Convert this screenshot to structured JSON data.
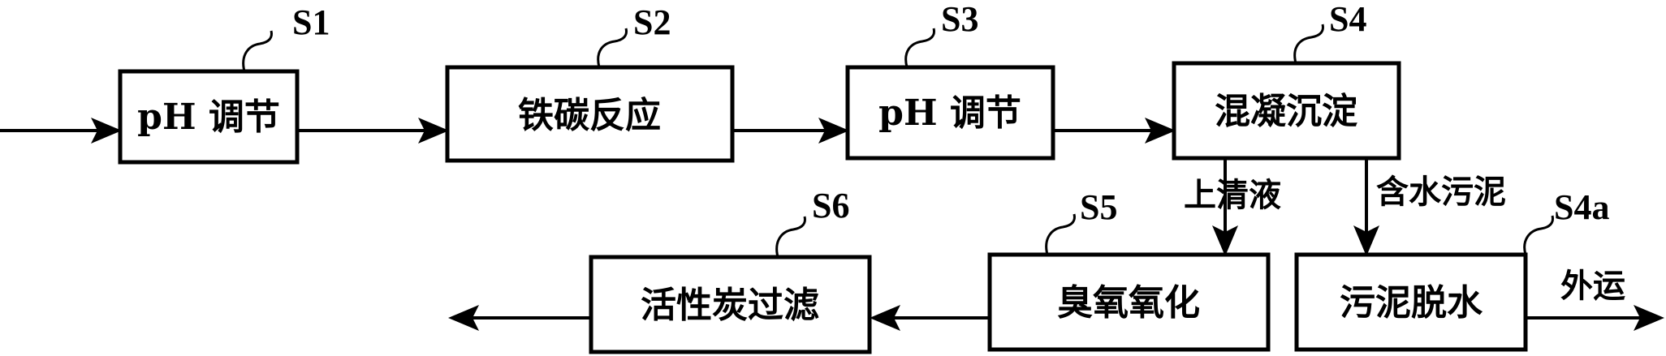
{
  "nodes": {
    "s1": {
      "step": "S1",
      "text": "pH 调节"
    },
    "s2": {
      "step": "S2",
      "text": "铁碳反应"
    },
    "s3": {
      "step": "S3",
      "text": "pH 调节"
    },
    "s4": {
      "step": "S4",
      "text": "混凝沉淀"
    },
    "s4a": {
      "step": "S4a",
      "text": "污泥脱水"
    },
    "s5": {
      "step": "S5",
      "text": "臭氧氧化"
    },
    "s6": {
      "step": "S6",
      "text": "活性炭过滤"
    }
  },
  "edges": {
    "s4_to_s5": "上清液",
    "s4_to_s4a": "含水污泥",
    "s4a_out": "外运"
  },
  "colors": {
    "stroke": "#000000",
    "background": "#ffffff"
  }
}
